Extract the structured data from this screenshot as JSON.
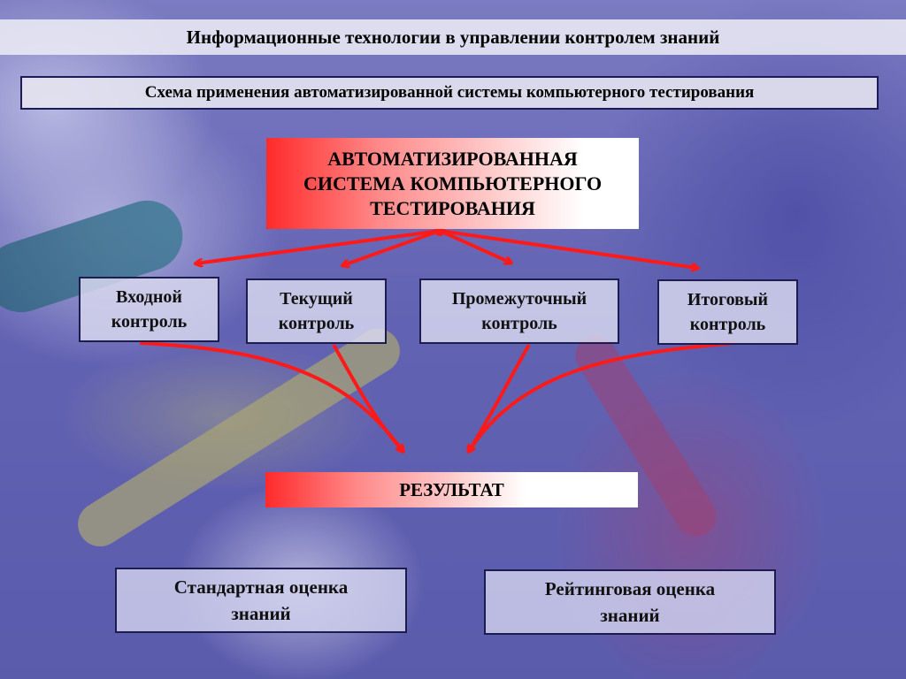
{
  "title": "Информационные технологии в управлении контролем знаний",
  "subtitle": "Схема применения автоматизированной системы компьютерного тестирования",
  "main_node": "АВТОМАТИЗИРОВАННАЯ\nСИСТЕМА КОМПЬЮТЕРНОГО\nТЕСТИРОВАНИЯ",
  "controls": [
    {
      "label": "Входной\nконтроль"
    },
    {
      "label": "Текущий\nконтроль"
    },
    {
      "label": "Промежуточный\nконтроль"
    },
    {
      "label": "Итоговый\nконтроль"
    }
  ],
  "result": "РЕЗУЛЬТАТ",
  "evaluations": [
    {
      "label": "Стандартная оценка\nзнаний"
    },
    {
      "label": "Рейтинговая оценка\nзнаний"
    }
  ],
  "colors": {
    "arrow": "#ff1a1a",
    "box_border": "#1c1c4e",
    "accent_red": "#ff2a2a"
  }
}
